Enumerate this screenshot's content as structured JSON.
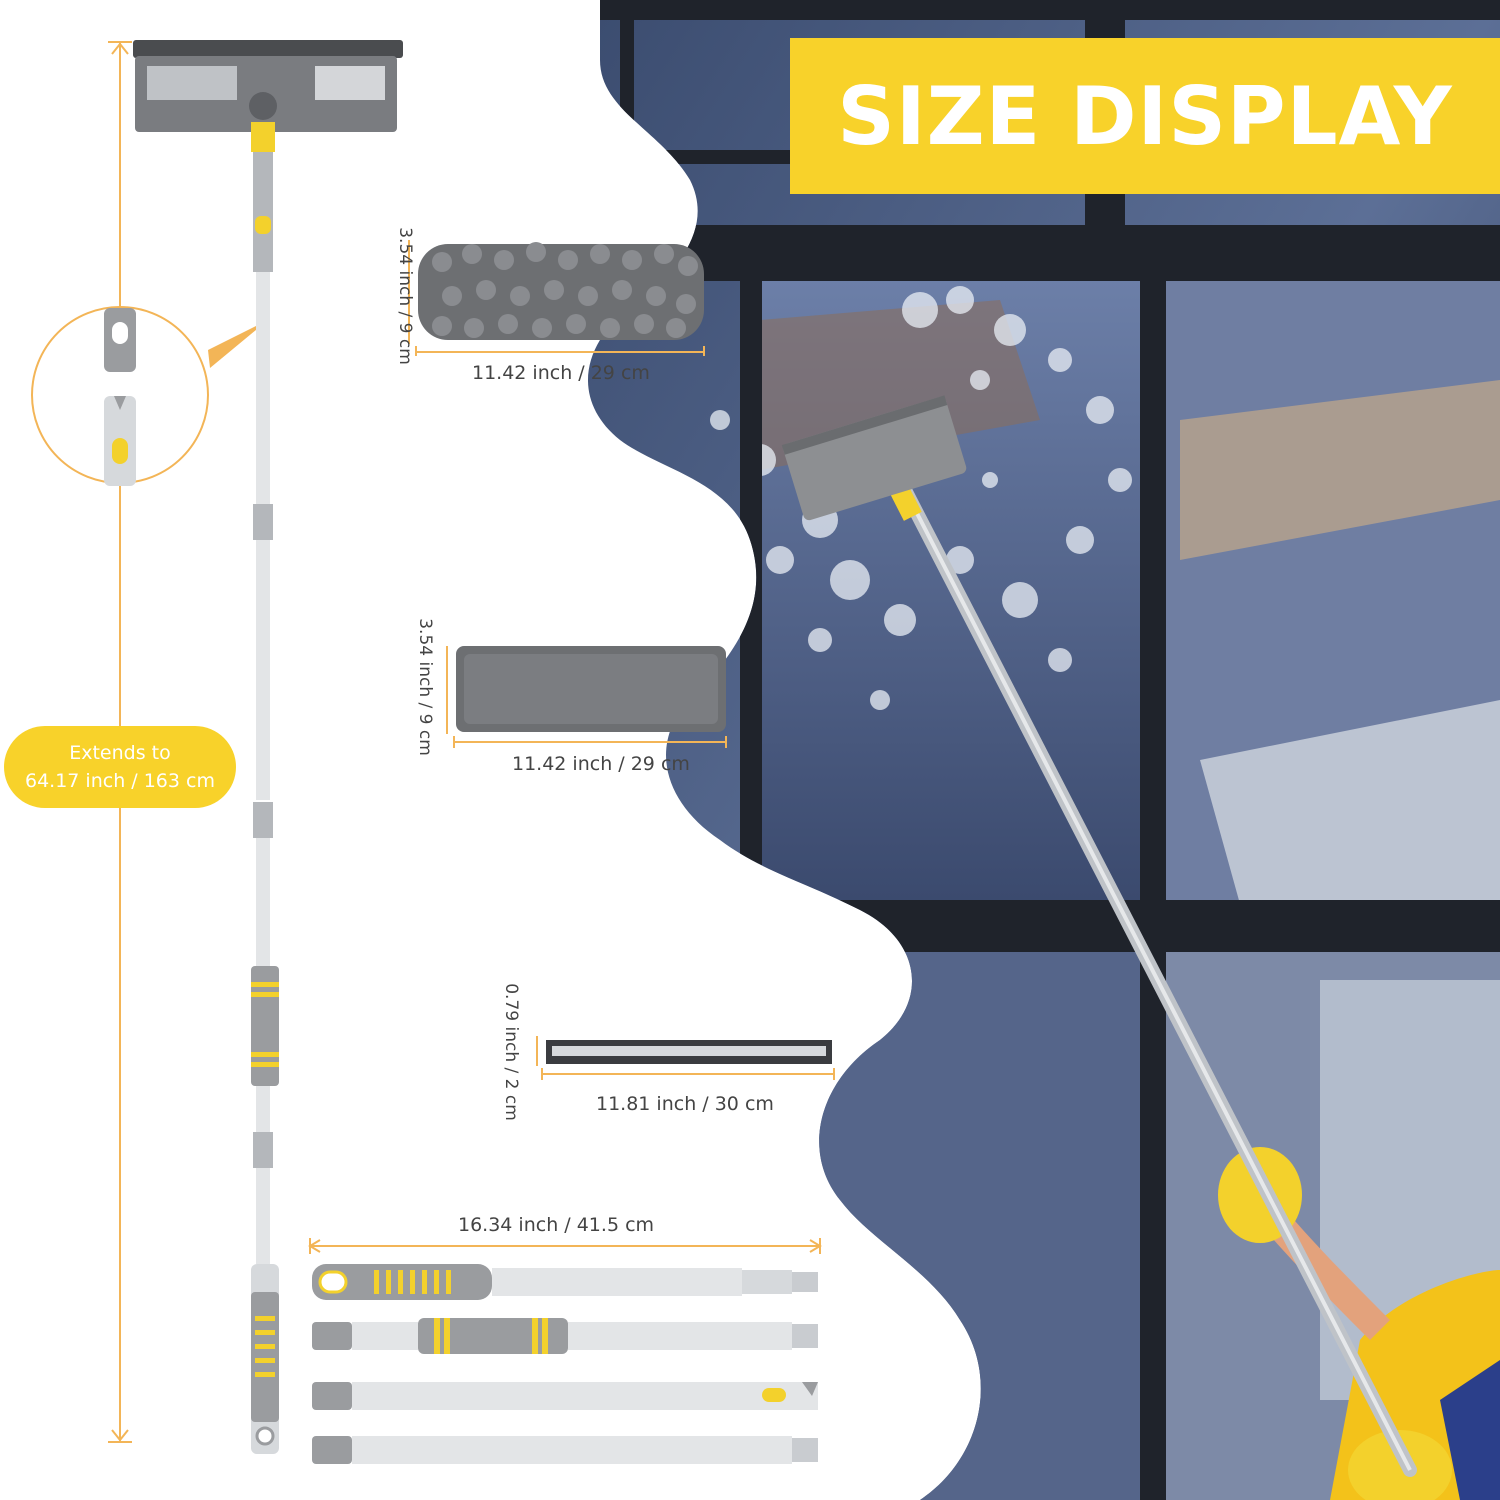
{
  "banner": {
    "title": "SIZE DISPLAY"
  },
  "pole": {
    "extends_label_line1": "Extends to",
    "extends_label_line2": "64.17 inch / 163 cm"
  },
  "chenille_pad": {
    "width_label": "11.42 inch / 29 cm",
    "height_label": "3.54 inch / 9 cm"
  },
  "microfiber_pad": {
    "width_label": "11.42 inch / 29 cm",
    "height_label": "3.54 inch / 9 cm"
  },
  "squeegee_blade": {
    "width_label": "11.81 inch / 30 cm",
    "height_label": "0.79 inch / 2 cm"
  },
  "pole_sections": {
    "length_label": "16.34 inch / 41.5 cm"
  },
  "colors": {
    "accent_yellow": "#f8d22a",
    "dim_orange": "#f3b557",
    "pad_gray": "#6d6f72",
    "pole_silver": "#d6d9dc",
    "grip_gray": "#9a9c9f"
  }
}
